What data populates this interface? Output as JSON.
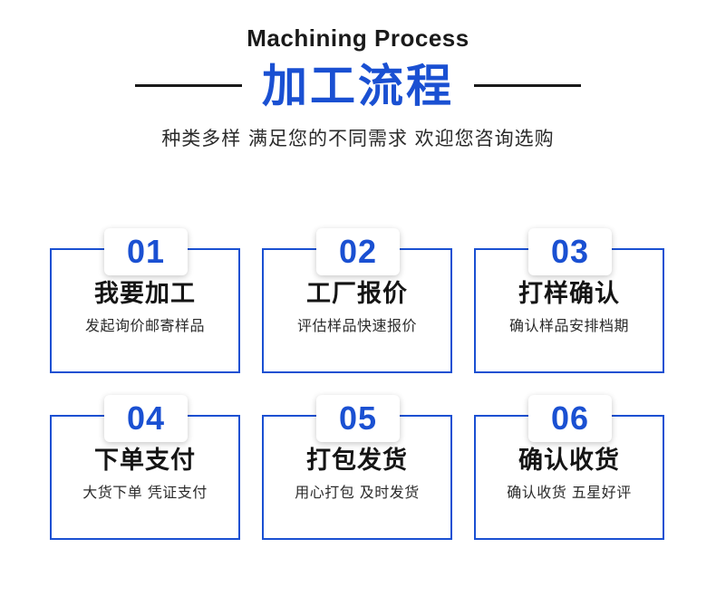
{
  "header": {
    "english_title": "Machining Process",
    "chinese_title": "加工流程",
    "subtitle": "种类多样 满足您的不同需求 欢迎您咨询选购",
    "accent_color": "#1a50d2",
    "text_color": "#151515"
  },
  "steps": [
    {
      "number": "01",
      "title": "我要加工",
      "desc": "发起询价邮寄样品"
    },
    {
      "number": "02",
      "title": "工厂报价",
      "desc": "评估样品快速报价"
    },
    {
      "number": "03",
      "title": "打样确认",
      "desc": "确认样品安排档期"
    },
    {
      "number": "04",
      "title": "下单支付",
      "desc": "大货下单 凭证支付"
    },
    {
      "number": "05",
      "title": "打包发货",
      "desc": "用心打包 及时发货"
    },
    {
      "number": "06",
      "title": "确认收货",
      "desc": "确认收货 五星好评"
    }
  ]
}
